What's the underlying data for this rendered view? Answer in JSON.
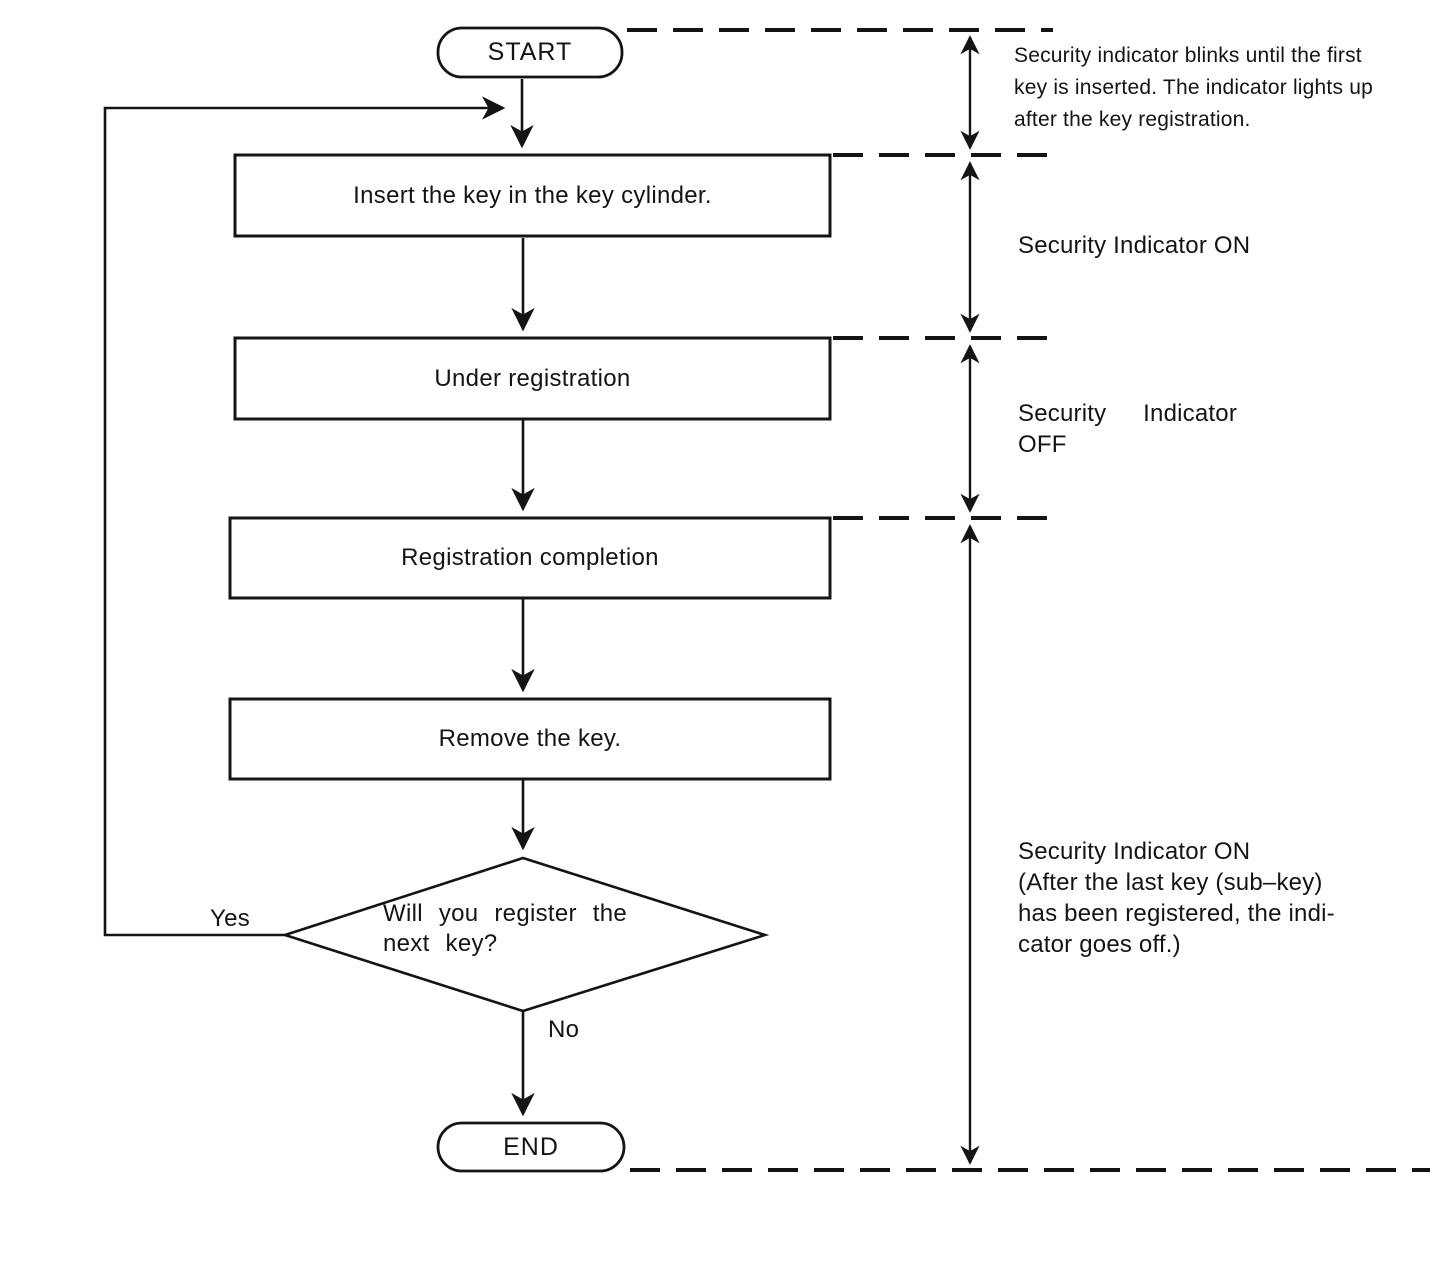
{
  "flowchart": {
    "start_label": "START",
    "end_label": "END",
    "steps": [
      {
        "label": "Insert the key in the key cylinder."
      },
      {
        "label": "Under registration"
      },
      {
        "label": "Registration completion"
      },
      {
        "label": "Remove the key."
      }
    ],
    "decision": {
      "label": "Will you register the\nnext key?",
      "yes_label": "Yes",
      "no_label": "No"
    }
  },
  "annotations": {
    "blink_note": "Security indicator blinks until the first\nkey is inserted. The indicator lights up\nafter the key registration.",
    "indicator_on": "Security Indicator ON",
    "indicator_off": "Security Indicator\nOFF",
    "indicator_on_last": "Security Indicator ON\n(After the last key (sub–key)\nhas been registered, the indi-\ncator goes off.)"
  },
  "colors": {
    "ink": "#141414",
    "background": "#ffffff"
  }
}
